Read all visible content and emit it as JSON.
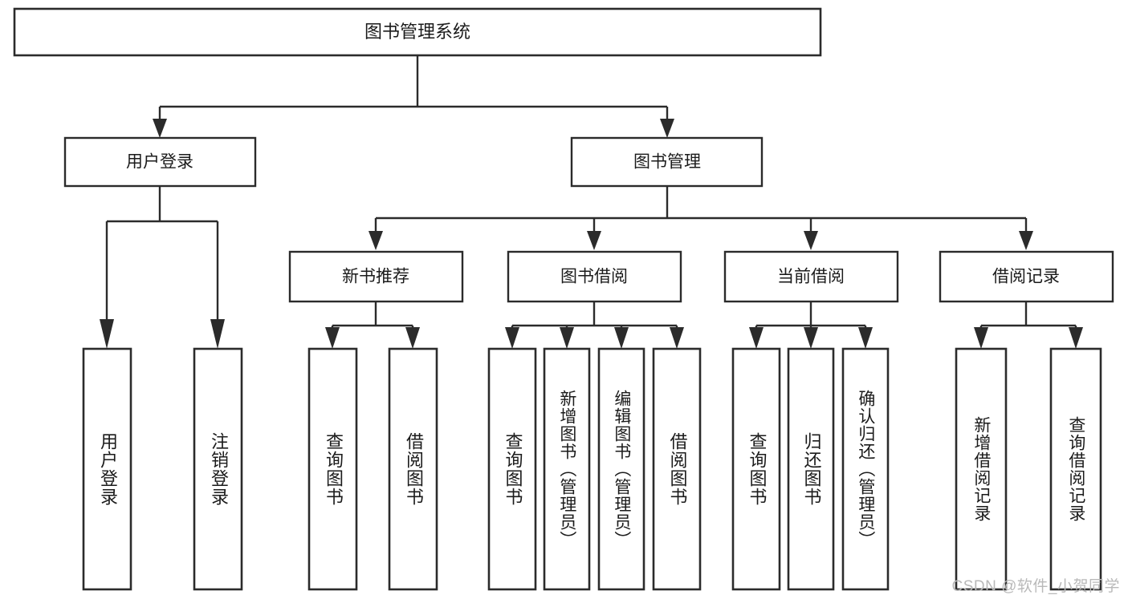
{
  "diagram": {
    "type": "tree",
    "title": "图书管理系统",
    "root": {
      "id": "root",
      "label": "图书管理系统"
    },
    "level2": [
      {
        "id": "user-login",
        "label": "用户登录"
      },
      {
        "id": "book-manage",
        "label": "图书管理"
      }
    ],
    "level3": [
      {
        "id": "new-book-recommend",
        "label": "新书推荐",
        "parent": "book-manage"
      },
      {
        "id": "book-borrow",
        "label": "图书借阅",
        "parent": "book-manage"
      },
      {
        "id": "current-borrow",
        "label": "当前借阅",
        "parent": "book-manage"
      },
      {
        "id": "borrow-record",
        "label": "借阅记录",
        "parent": "book-manage"
      }
    ],
    "leaves": [
      {
        "id": "leaf-user-login",
        "label": "用户登录",
        "parent": "user-login"
      },
      {
        "id": "leaf-logout-login",
        "label": "注销登录",
        "parent": "user-login"
      },
      {
        "id": "leaf-query-book-1",
        "label": "查询图书",
        "parent": "new-book-recommend"
      },
      {
        "id": "leaf-borrow-book-1",
        "label": "借阅图书",
        "parent": "new-book-recommend"
      },
      {
        "id": "leaf-query-book-2",
        "label": "查询图书",
        "parent": "book-borrow"
      },
      {
        "id": "leaf-add-book",
        "label": "新增图书（管理员）",
        "parent": "book-borrow"
      },
      {
        "id": "leaf-edit-book",
        "label": "编辑图书（管理员）",
        "parent": "book-borrow"
      },
      {
        "id": "leaf-borrow-book-2",
        "label": "借阅图书",
        "parent": "book-borrow"
      },
      {
        "id": "leaf-query-book-3",
        "label": "查询图书",
        "parent": "current-borrow"
      },
      {
        "id": "leaf-return-book",
        "label": "归还图书",
        "parent": "current-borrow"
      },
      {
        "id": "leaf-confirm-return",
        "label": "确认归还（管理员）",
        "parent": "current-borrow"
      },
      {
        "id": "leaf-add-record",
        "label": "新增借阅记录",
        "parent": "borrow-record"
      },
      {
        "id": "leaf-query-record",
        "label": "查询借阅记录",
        "parent": "borrow-record"
      }
    ],
    "colors": {
      "stroke": "#2b2b2b",
      "fill": "#ffffff",
      "text": "#1b1b1b",
      "watermark": "#b9b9b9"
    }
  },
  "watermark": {
    "text": "CSDN @软件_小贺同学"
  }
}
